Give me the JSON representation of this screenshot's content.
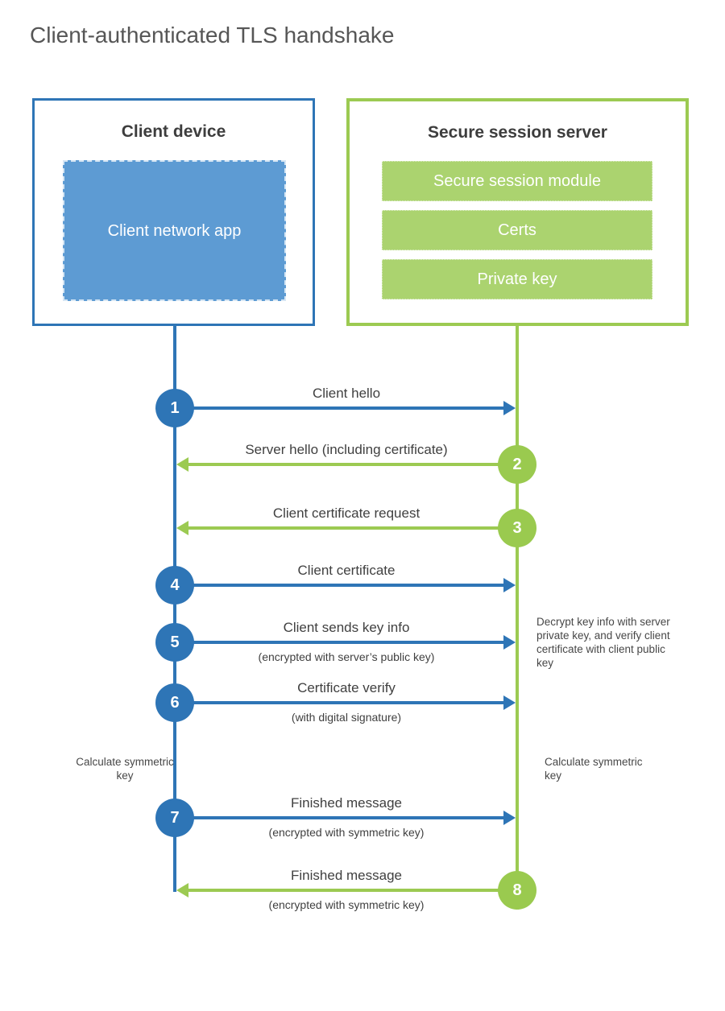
{
  "title": "Client-authenticated TLS handshake",
  "client_box": {
    "title": "Client device",
    "app": "Client network app"
  },
  "server_box": {
    "title": "Secure session server",
    "modules": [
      "Secure session module",
      "Certs",
      "Private key"
    ]
  },
  "steps": [
    {
      "num": "1",
      "label": "Client hello",
      "sub": "",
      "direction": "client-to-server"
    },
    {
      "num": "2",
      "label": "Server hello (including certificate)",
      "sub": "",
      "direction": "server-to-client"
    },
    {
      "num": "3",
      "label": "Client certificate request",
      "sub": "",
      "direction": "server-to-client"
    },
    {
      "num": "4",
      "label": "Client certificate",
      "sub": "",
      "direction": "client-to-server"
    },
    {
      "num": "5",
      "label": "Client sends key info",
      "sub": "(encrypted with server’s public key)",
      "direction": "client-to-server"
    },
    {
      "num": "6",
      "label": "Certificate verify",
      "sub": "(with digital signature)",
      "direction": "client-to-server"
    },
    {
      "num": "7",
      "label": "Finished message",
      "sub": "(encrypted with symmetric key)",
      "direction": "client-to-server"
    },
    {
      "num": "8",
      "label": "Finished message",
      "sub": "(encrypted with symmetric key)",
      "direction": "server-to-client"
    }
  ],
  "annotations": {
    "server_note": "Decrypt key info with server private key, and verify client certificate with client public key",
    "client_calc": "Calculate symmetric key",
    "server_calc": "Calculate symmetric key"
  },
  "colors": {
    "blue_accent": "#2e75b6",
    "blue_fill": "#5d9bd3",
    "green_accent": "#9cca52",
    "green_fill": "#abd36f"
  }
}
